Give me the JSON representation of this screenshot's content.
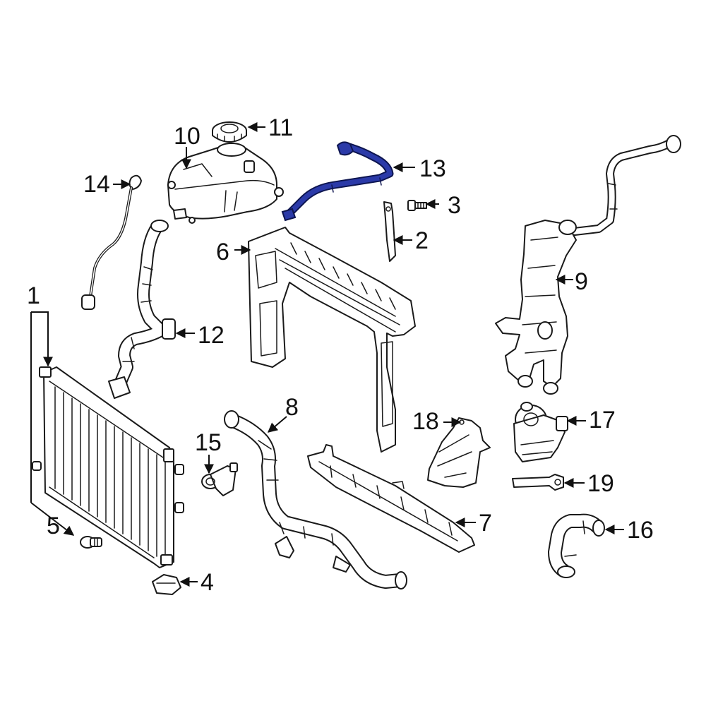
{
  "colors": {
    "highlight": "#2b3aa8",
    "line": "#1a1a1a",
    "background": "#ffffff"
  },
  "callouts": {
    "c1": "1",
    "c2": "2",
    "c3": "3",
    "c4": "4",
    "c5": "5",
    "c6": "6",
    "c7": "7",
    "c8": "8",
    "c9": "9",
    "c10": "10",
    "c11": "11",
    "c12": "12",
    "c13": "13",
    "c14": "14",
    "c15": "15",
    "c16": "16",
    "c17": "17",
    "c18": "18",
    "c19": "19"
  },
  "highlighted_part": "13"
}
